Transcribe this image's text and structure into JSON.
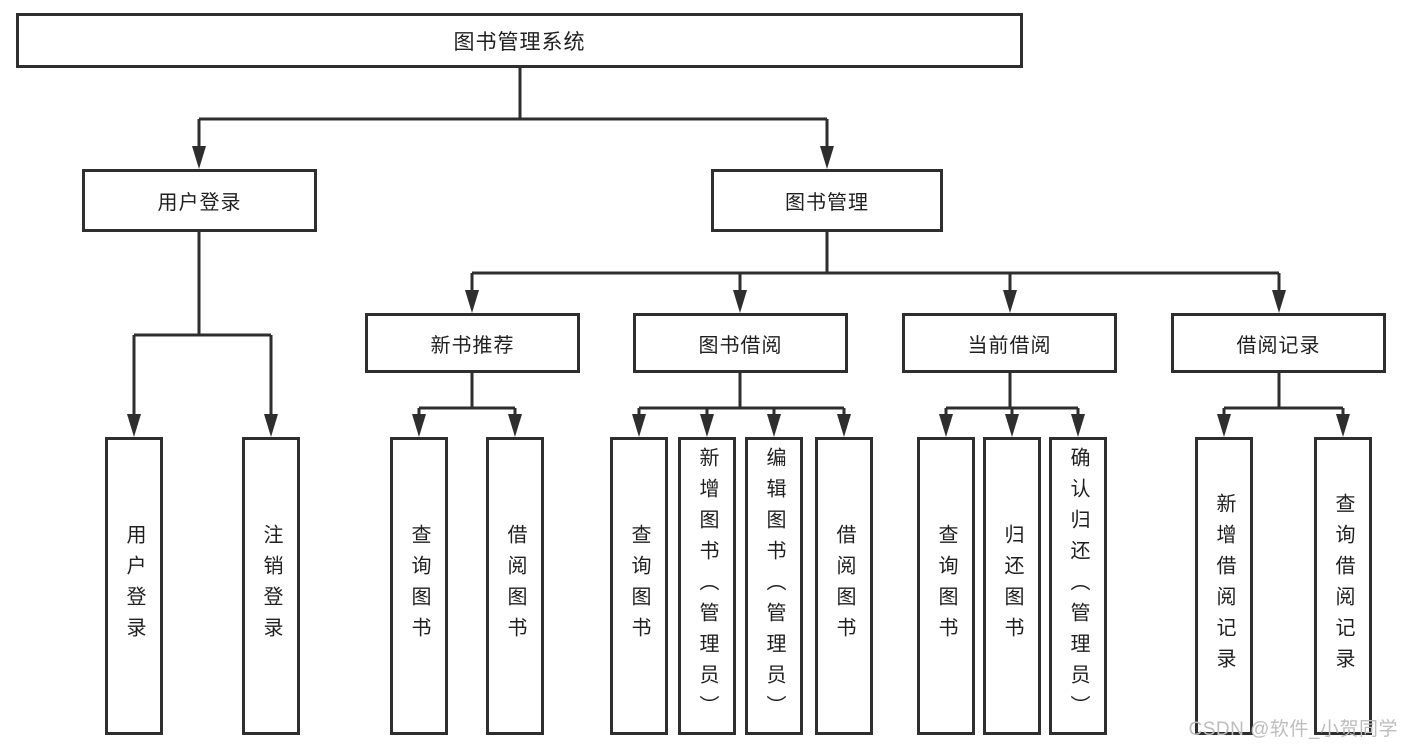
{
  "diagram": {
    "type": "tree",
    "title": "图书管理系统",
    "nodes": {
      "root": {
        "label": "图书管理系统"
      },
      "level2": [
        {
          "label": "用户登录"
        },
        {
          "label": "图书管理"
        }
      ],
      "level3": [
        {
          "label": "新书推荐"
        },
        {
          "label": "图书借阅"
        },
        {
          "label": "当前借阅"
        },
        {
          "label": "借阅记录"
        }
      ],
      "leaves": {
        "user_login": [
          {
            "label": "用户登录"
          },
          {
            "label": "注销登录"
          }
        ],
        "new_book": [
          {
            "label": "查询图书"
          },
          {
            "label": "借阅图书"
          }
        ],
        "book_borrow": [
          {
            "label": "查询图书"
          },
          {
            "label": "新增图书（管理员）"
          },
          {
            "label": "编辑图书（管理员）"
          },
          {
            "label": "借阅图书"
          }
        ],
        "current_borrow": [
          {
            "label": "查询图书"
          },
          {
            "label": "归还图书"
          },
          {
            "label": "确认归还（管理员）"
          }
        ],
        "borrow_record": [
          {
            "label": "新增借阅记录"
          },
          {
            "label": "查询借阅记录"
          }
        ]
      }
    },
    "hierarchy": {
      "图书管理系统": {
        "用户登录": [
          "用户登录",
          "注销登录"
        ],
        "图书管理": {
          "新书推荐": [
            "查询图书",
            "借阅图书"
          ],
          "图书借阅": [
            "查询图书",
            "新增图书（管理员）",
            "编辑图书（管理员）",
            "借阅图书"
          ],
          "当前借阅": [
            "查询图书",
            "归还图书",
            "确认归还（管理员）"
          ],
          "借阅记录": [
            "新增借阅记录",
            "查询借阅记录"
          ]
        }
      }
    },
    "colors": {
      "line": "#2e2e2e",
      "text": "#1f1f1f",
      "background": "#ffffff",
      "watermark": "#bdbdbd"
    }
  },
  "watermark": {
    "text": "CSDN @软件_小贺同学"
  }
}
